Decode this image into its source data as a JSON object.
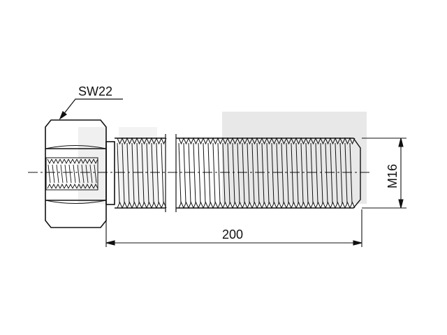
{
  "labels": {
    "wrench_size": "SW22",
    "length": "200",
    "thread": "M16"
  },
  "colors": {
    "line": "#111111",
    "watermark": "#e6e6e6",
    "background": "#ffffff"
  }
}
